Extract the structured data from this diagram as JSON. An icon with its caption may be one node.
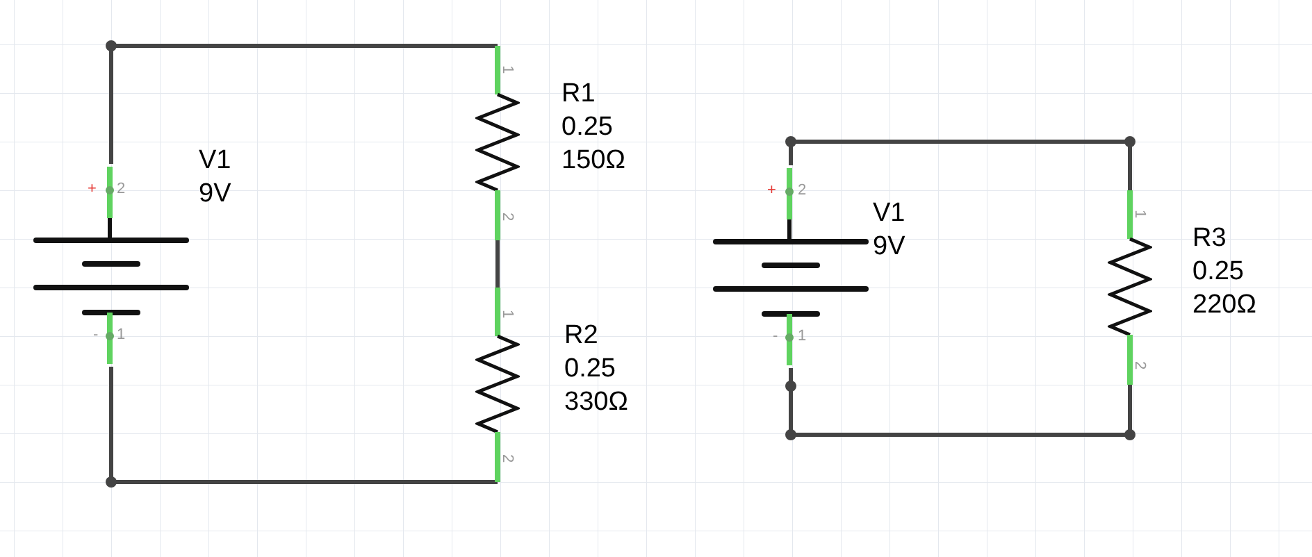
{
  "diagram": {
    "nodes": [
      {
        "text": [],
        "shape": "battery",
        "beside": [
          "V1",
          "9V"
        ]
      },
      {
        "text": [],
        "shape": "resistor",
        "beside": [
          "R1",
          "0.25",
          "150Ω"
        ]
      },
      {
        "text": [],
        "shape": "resistor",
        "beside": [
          "R2",
          "0.25",
          "330Ω"
        ]
      },
      {
        "text": [],
        "shape": "battery",
        "beside": [
          "V1",
          "9V"
        ]
      },
      {
        "text": [],
        "shape": "resistor",
        "beside": [
          "R3",
          "0.25",
          "220Ω"
        ]
      }
    ],
    "edges": [
      {
        "from": 0,
        "to": 1,
        "arrow": "none"
      },
      {
        "from": 1,
        "to": 2,
        "arrow": "none"
      },
      {
        "from": 2,
        "to": 0,
        "arrow": "none"
      },
      {
        "from": 3,
        "to": 4,
        "arrow": "none"
      },
      {
        "from": 4,
        "to": 3,
        "arrow": "none"
      }
    ],
    "labels": [
      "+",
      "2",
      "-",
      "1",
      "1",
      "2",
      "1",
      "2",
      "+",
      "2",
      "-",
      "1",
      "1",
      "2"
    ]
  }
}
